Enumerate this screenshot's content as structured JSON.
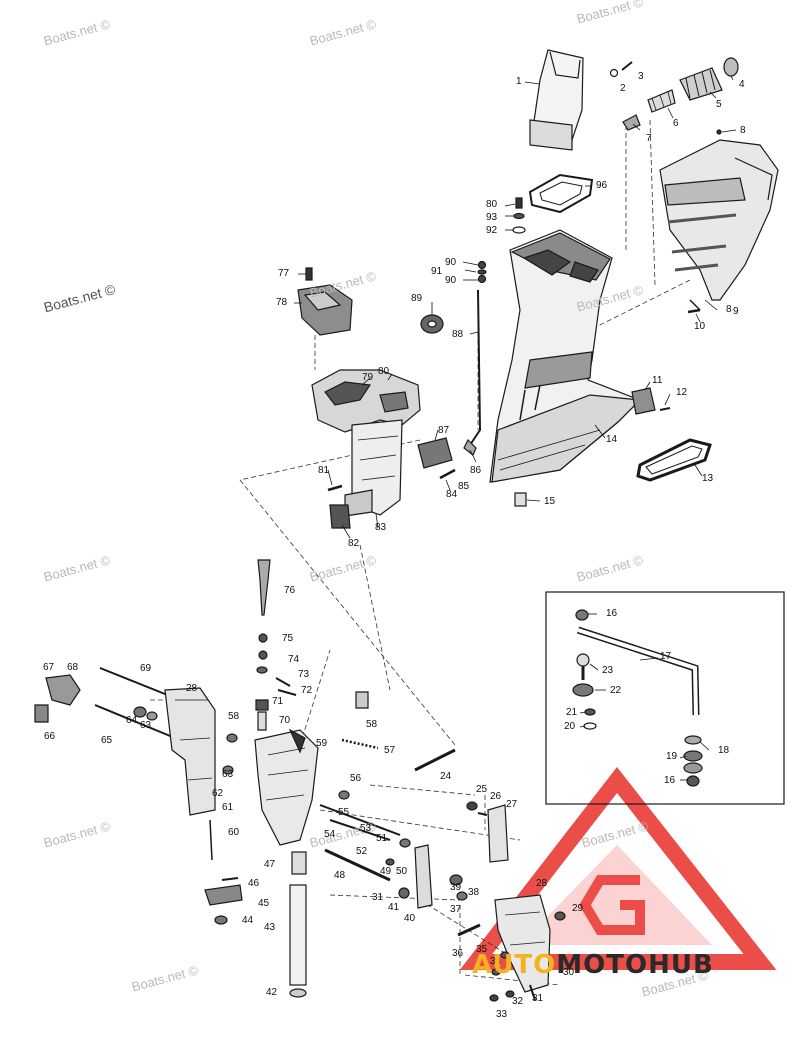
{
  "watermarks": [
    "Boats.net ©",
    "Boats.net ©",
    "Boats.net ©",
    "Boats.net ©",
    "Boats.net ©",
    "Boats.net ©",
    "Boats.net ©",
    "Boats.net ©",
    "Boats.net ©",
    "Boats.net ©",
    "Boats.net ©",
    "Boats.net ©",
    "Boats.net ©",
    "Boats.net ©"
  ],
  "logo": {
    "part1": "AUTO",
    "part2": "MOTO",
    "part3": "HUB"
  },
  "logo_colors": {
    "red": "#e8302a",
    "orange": "#f5b120",
    "dark": "#2a2a2a"
  },
  "callouts": [
    "1",
    "2",
    "3",
    "4",
    "5",
    "6",
    "7",
    "8",
    "8",
    "9",
    "10",
    "11",
    "12",
    "13",
    "14",
    "15",
    "16",
    "16",
    "17",
    "18",
    "19",
    "20",
    "21",
    "22",
    "23",
    "24",
    "25",
    "26",
    "27",
    "28",
    "28",
    "29",
    "30",
    "31",
    "31",
    "32",
    "33",
    "34",
    "35",
    "36",
    "37",
    "38",
    "39",
    "40",
    "41",
    "42",
    "43",
    "44",
    "45",
    "46",
    "47",
    "48",
    "49",
    "50",
    "51",
    "52",
    "53",
    "54",
    "55",
    "56",
    "57",
    "58",
    "58",
    "59",
    "60",
    "61",
    "62",
    "63",
    "63",
    "64",
    "65",
    "66",
    "67",
    "68",
    "69",
    "69",
    "70",
    "71",
    "72",
    "73",
    "74",
    "75",
    "76",
    "77",
    "78",
    "79",
    "80",
    "80",
    "81",
    "82",
    "83",
    "84",
    "85",
    "86",
    "87",
    "88",
    "89",
    "90",
    "90",
    "91",
    "92",
    "93",
    "96"
  ]
}
